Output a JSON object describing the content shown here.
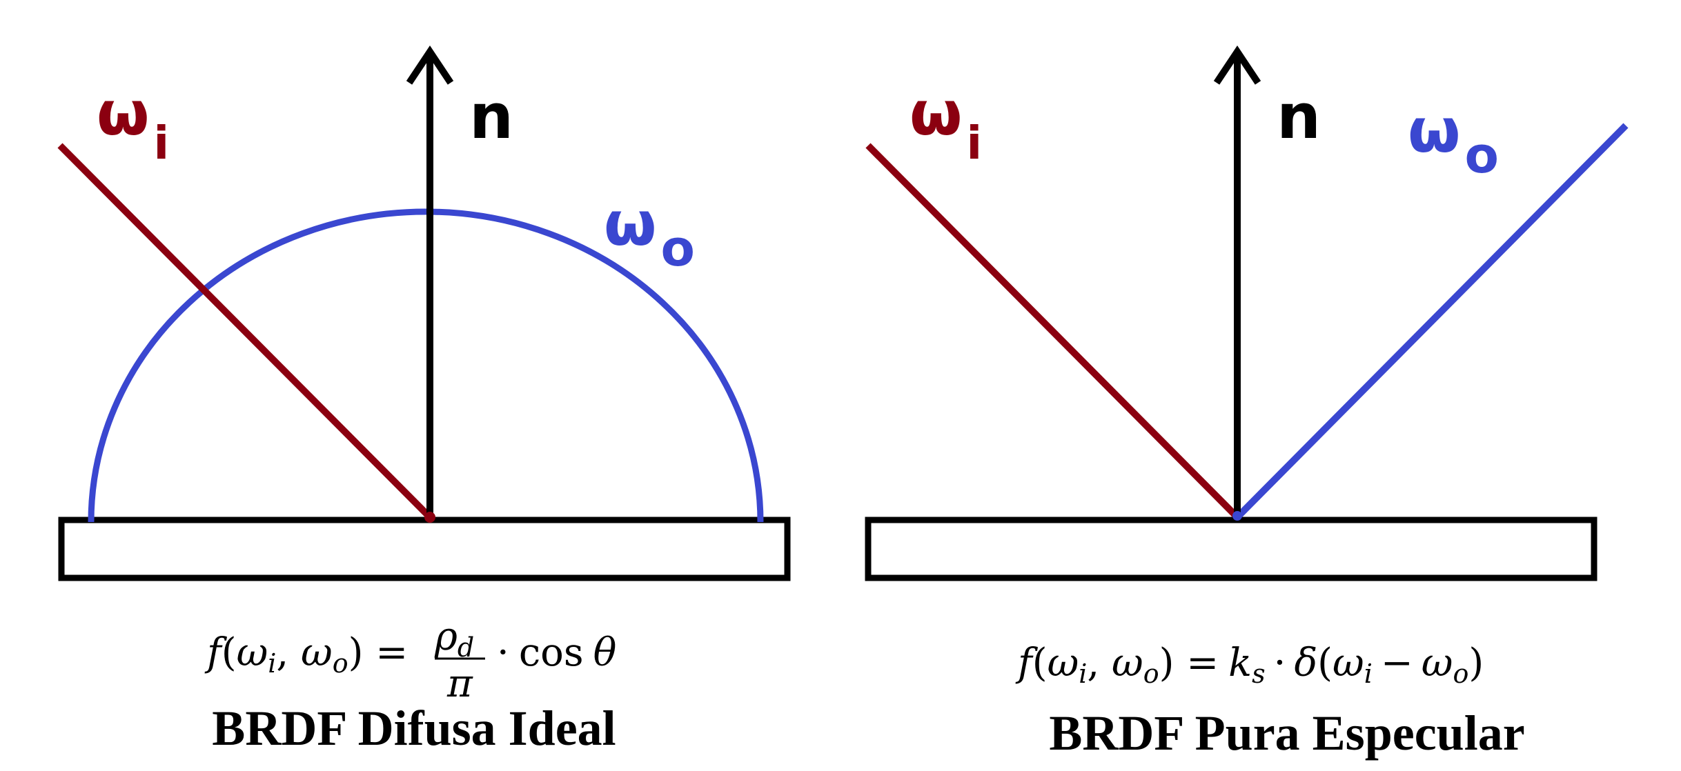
{
  "colors": {
    "incident": "#8b0010",
    "outgoing": "#3a47d0",
    "stroke": "#000000"
  },
  "diffuse": {
    "label_wi_base": "ω",
    "label_wi_sub": "i",
    "label_n": "n",
    "label_wo_base": "ω",
    "label_wo_sub": "o",
    "formula_f": "f",
    "formula_lparen": "(",
    "formula_w1": "ω",
    "formula_w1_sub": "i",
    "formula_comma": ", ",
    "formula_w2": "ω",
    "formula_w2_sub": "o",
    "formula_rparen_eq": ") =",
    "formula_num": "ρ",
    "formula_num_sub": "d",
    "formula_den": "π",
    "formula_tail_dot": "·",
    "formula_tail_cos": "cos",
    "formula_tail_theta": "θ",
    "title": "BRDF Difusa Ideal"
  },
  "specular": {
    "label_wi_base": "ω",
    "label_wi_sub": "i",
    "label_n": "n",
    "label_wo_base": "ω",
    "label_wo_sub": "o",
    "formula_f": "f",
    "formula_lparen": "(",
    "formula_w1": "ω",
    "formula_w1_sub": "i",
    "formula_comma": ", ",
    "formula_w2": "ω",
    "formula_w2_sub": "o",
    "formula_rparen_eq": ") =",
    "formula_k": "k",
    "formula_k_sub": "s",
    "formula_dot": "·",
    "formula_delta": "δ",
    "formula_paren_open": "(",
    "formula_w3": "ω",
    "formula_w3_sub": "i",
    "formula_minus": "−",
    "formula_w4": "ω",
    "formula_w4_sub": "o",
    "formula_paren_close": ")",
    "title": "BRDF Pura Especular"
  }
}
